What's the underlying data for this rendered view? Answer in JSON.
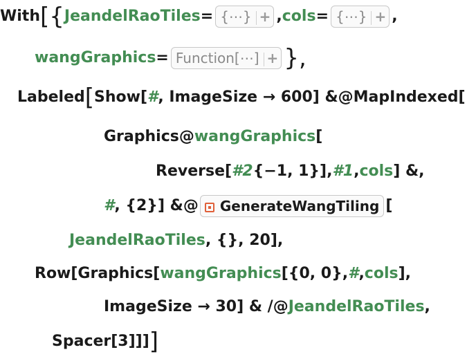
{
  "code": {
    "l1": {
      "with": "With",
      "open": "[{",
      "v1": "JeandelRaoTiles",
      "eq1": " = ",
      "box1": "{⋯}",
      "comma1": ", ",
      "v2": "cols",
      "eq2": " = ",
      "box2": "{⋯}",
      "comma2": ","
    },
    "l2": {
      "v3": "wangGraphics",
      "eq3": " = ",
      "box3": "Function[⋯]",
      "close": "},"
    },
    "l3": {
      "labeled": "Labeled",
      "open": "[",
      "rest": "Show[",
      "slot": "#",
      "rest2": ", ImageSize → 600] &@MapIndexed["
    },
    "l4": {
      "a": "Graphics@",
      "b": "wangGraphics",
      "c": "["
    },
    "l5": {
      "a": "Reverse[",
      "s1": "#2",
      "b": " {−1, 1}], ",
      "s2": "#1",
      "c": ", ",
      "v": "cols",
      "d": "] &,"
    },
    "l6": {
      "s": "#",
      "a": ", {2}] &@",
      "fn": "GenerateWangTiling",
      "b": "["
    },
    "l7": {
      "v": "JeandelRaoTiles",
      "a": ", {}, 20],"
    },
    "l8": {
      "a": "Row[Graphics[",
      "v": "wangGraphics",
      "b": "[{0, 0}, ",
      "s": "#",
      "c": ", ",
      "v2": "cols",
      "d": "],"
    },
    "l9": {
      "a": "ImageSize → 30] & /@ ",
      "v": "JeandelRaoTiles",
      "b": ","
    },
    "l10": {
      "a": "Spacer[3]]]",
      "close": "]"
    },
    "box_plus": "+"
  }
}
